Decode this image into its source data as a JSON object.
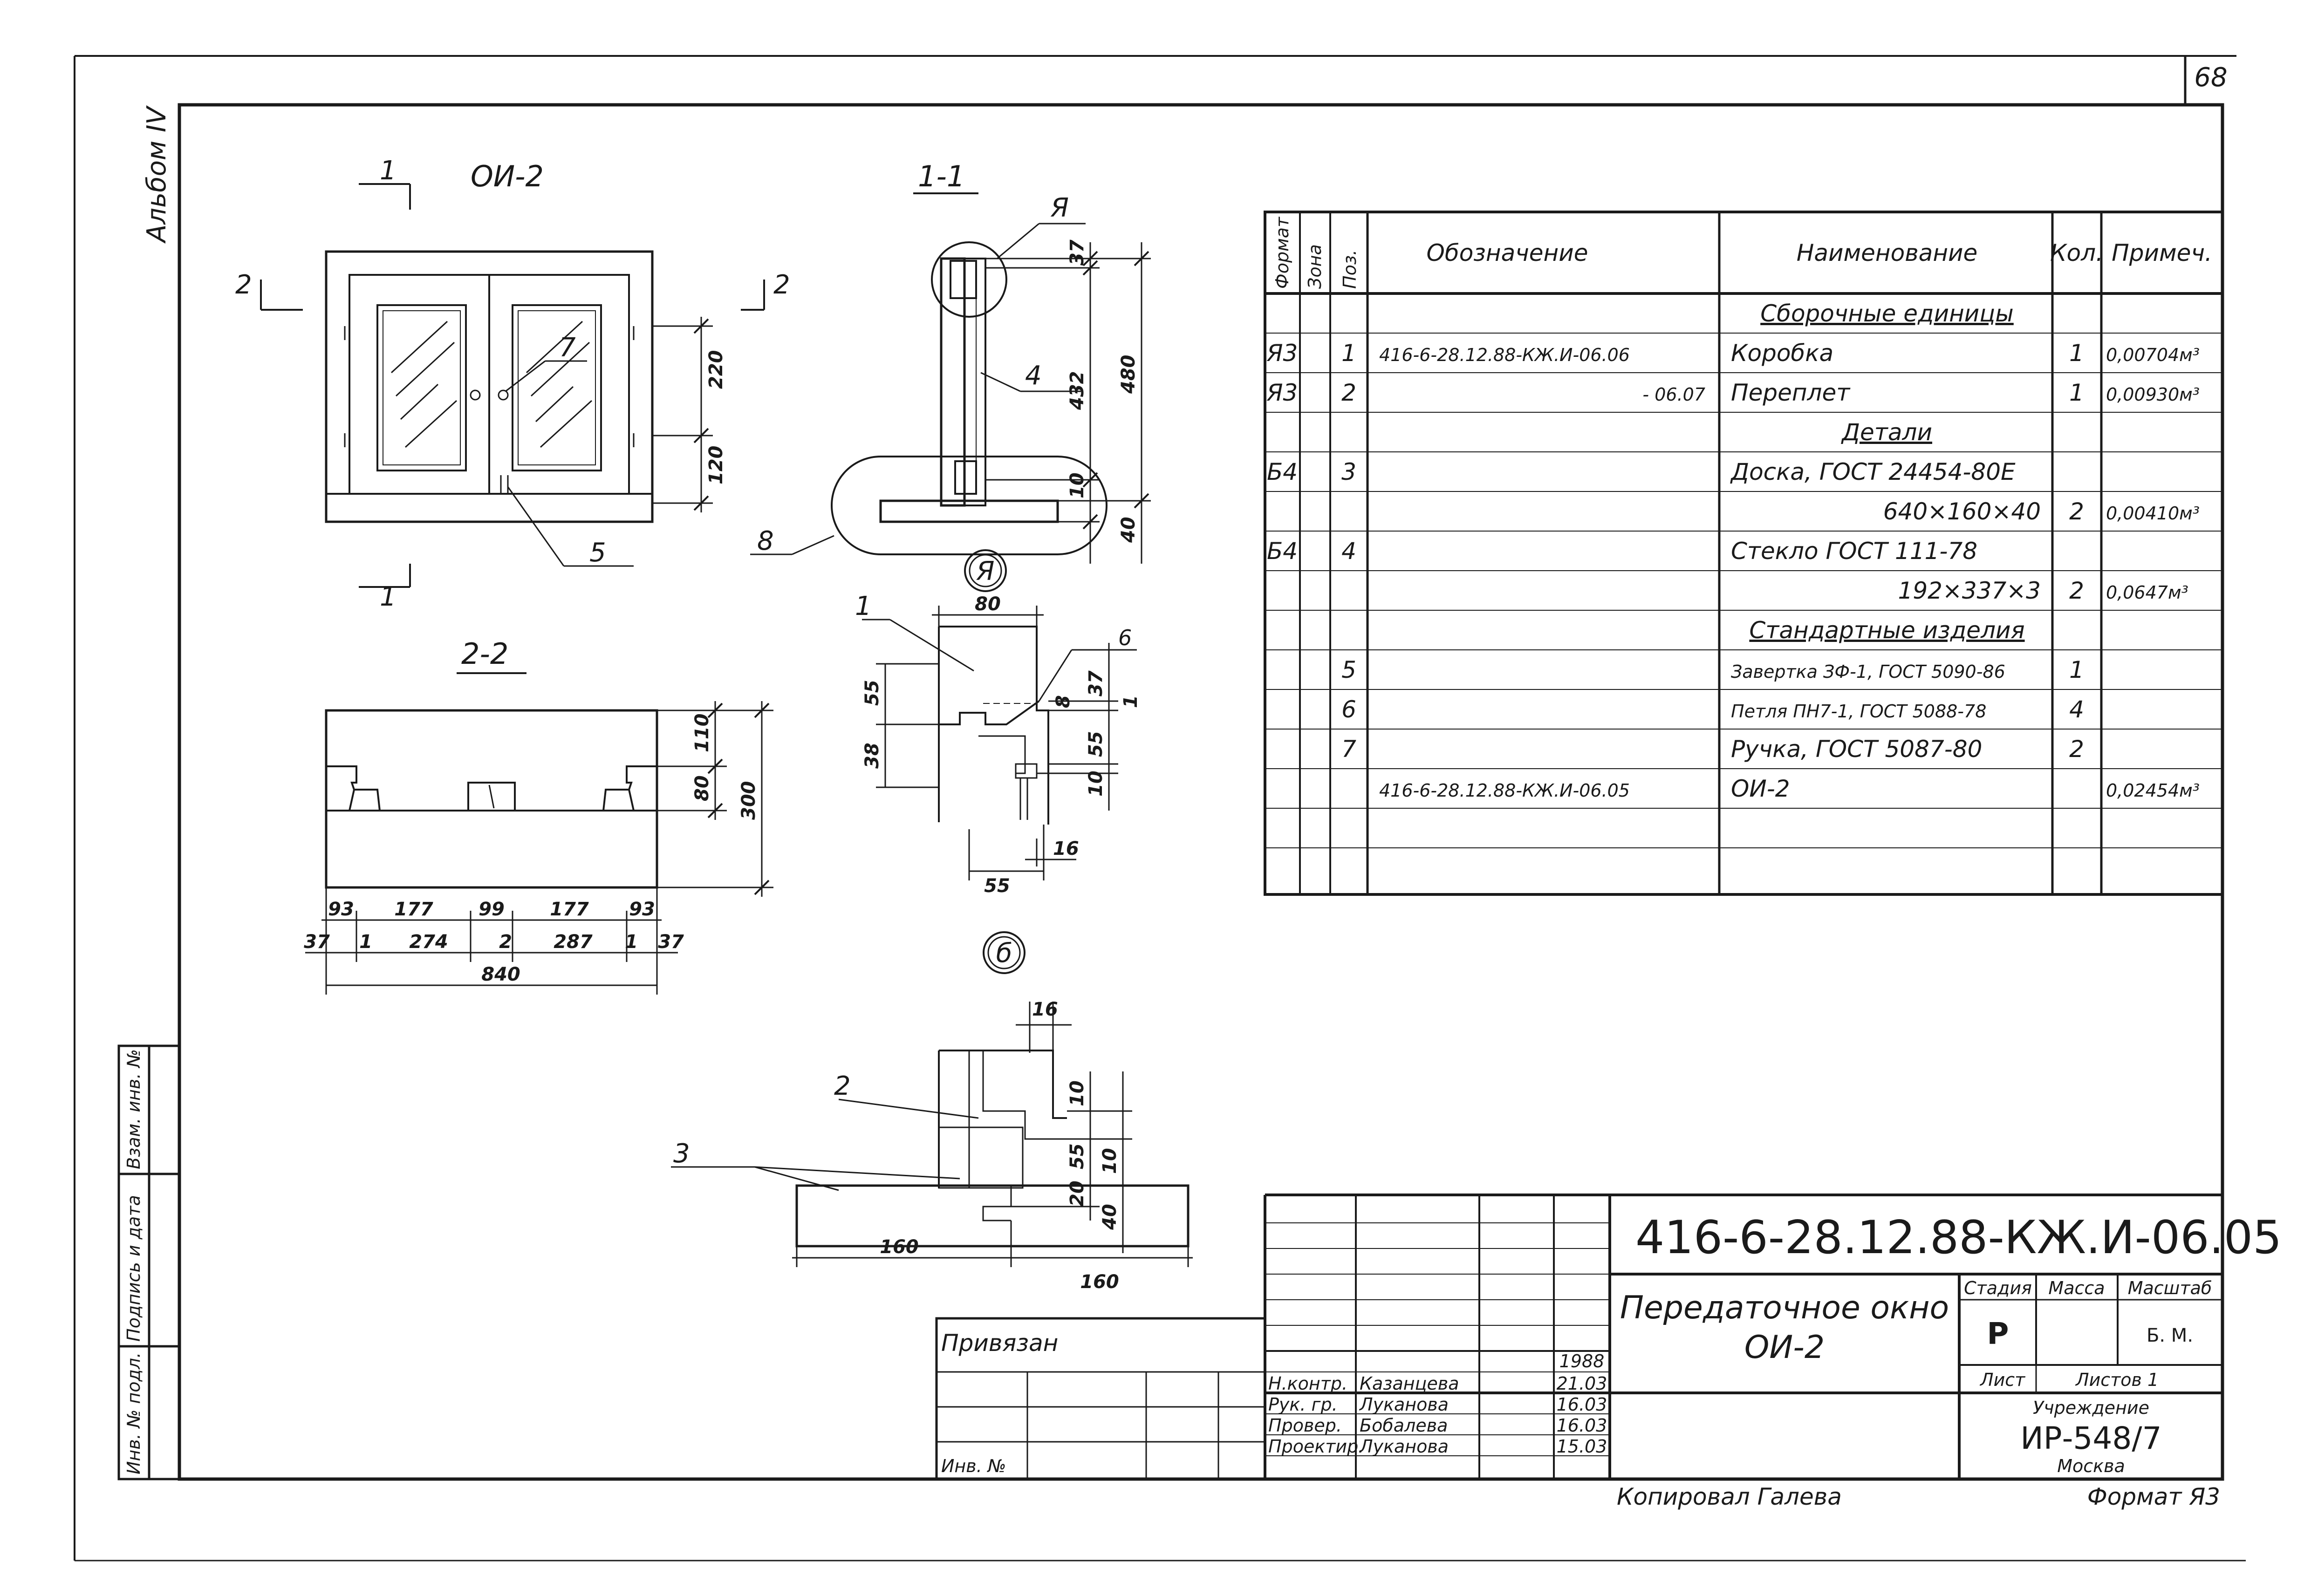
{
  "page_number": "68",
  "album_label": "Альбом IV",
  "views": {
    "front": {
      "title": "ОИ-2",
      "cut_mark_1": "1",
      "cut_mark_2": "2"
    },
    "section_1_1": {
      "title": "1-1",
      "callout_letter": "Я"
    },
    "section_2_2": {
      "title": "2-2"
    },
    "node_ya": {
      "label": "Я"
    },
    "node_b": {
      "label": "б"
    }
  },
  "dimensions": {
    "front": [
      "220",
      "120"
    ],
    "section_1_1": [
      "37",
      "480",
      "432",
      "10",
      "40"
    ],
    "node_ya": [
      "80",
      "55",
      "38",
      "37",
      "1",
      "8",
      "55",
      "10",
      "16",
      "55"
    ],
    "section_2_2_vertical": [
      "110",
      "80",
      "300"
    ],
    "section_2_2_row1": [
      "93",
      "177",
      "99",
      "177",
      "93"
    ],
    "section_2_2_row2": [
      "37",
      "1",
      "274",
      "2",
      "287",
      "1",
      "37"
    ],
    "section_2_2_total": "840",
    "node_b": [
      "16",
      "10",
      "55",
      "10",
      "20",
      "40",
      "160",
      "160"
    ]
  },
  "callouts": {
    "front": [
      "7",
      "5"
    ],
    "section_1_1": [
      "4",
      "8"
    ],
    "node_ya": [
      "1",
      "6"
    ],
    "node_b": [
      "2",
      "3"
    ]
  },
  "spec_table": {
    "headers": [
      "Формат",
      "Зона",
      "Поз.",
      "Обозначение",
      "Наименование",
      "Кол.",
      "Примеч."
    ],
    "rows": [
      {
        "format": "",
        "zone": "",
        "pos": "",
        "designation": "",
        "name": "Сборочные единицы",
        "qty": "",
        "note": "",
        "heading": true
      },
      {
        "format": "Я3",
        "zone": "",
        "pos": "1",
        "designation": "416-6-28.12.88-КЖ.И-06.06",
        "name": "Коробка",
        "qty": "1",
        "note": "0,00704м³"
      },
      {
        "format": "Я3",
        "zone": "",
        "pos": "2",
        "designation": "- 06.07",
        "name": "Переплет",
        "qty": "1",
        "note": "0,00930м³"
      },
      {
        "format": "",
        "zone": "",
        "pos": "",
        "designation": "",
        "name": "Детали",
        "qty": "",
        "note": "",
        "heading": true
      },
      {
        "format": "Б4",
        "zone": "",
        "pos": "3",
        "designation": "",
        "name": "Доска, ГОСТ 24454-80Е",
        "qty": "",
        "note": ""
      },
      {
        "format": "",
        "zone": "",
        "pos": "",
        "designation": "",
        "name": "640×160×40",
        "qty": "2",
        "note": "0,00410м³",
        "right": true
      },
      {
        "format": "Б4",
        "zone": "",
        "pos": "4",
        "designation": "",
        "name": "Стекло ГОСТ 111-78",
        "qty": "",
        "note": ""
      },
      {
        "format": "",
        "zone": "",
        "pos": "",
        "designation": "",
        "name": "192×337×3",
        "qty": "2",
        "note": "0,0647м³",
        "right": true
      },
      {
        "format": "",
        "zone": "",
        "pos": "",
        "designation": "",
        "name": "Стандартные изделия",
        "qty": "",
        "note": "",
        "heading": true
      },
      {
        "format": "",
        "zone": "",
        "pos": "5",
        "designation": "",
        "name": "Завертка ЗФ-1, ГОСТ 5090-86",
        "qty": "1",
        "note": ""
      },
      {
        "format": "",
        "zone": "",
        "pos": "6",
        "designation": "",
        "name": "Петля ПН7-1, ГОСТ 5088-78",
        "qty": "4",
        "note": ""
      },
      {
        "format": "",
        "zone": "",
        "pos": "7",
        "designation": "",
        "name": "Ручка, ГОСТ 5087-80",
        "qty": "2",
        "note": ""
      },
      {
        "format": "",
        "zone": "",
        "pos": "",
        "designation": "416-6-28.12.88-КЖ.И-06.05",
        "name": "ОИ-2",
        "qty": "",
        "note": "0,02454м³"
      },
      {
        "format": "",
        "zone": "",
        "pos": "",
        "designation": "",
        "name": "",
        "qty": "",
        "note": ""
      },
      {
        "format": "",
        "zone": "",
        "pos": "",
        "designation": "",
        "name": "",
        "qty": "",
        "note": ""
      }
    ]
  },
  "title_block": {
    "code": "416-6-28.12.88-КЖ.И-06.05",
    "name_line1": "Передаточное окно",
    "name_line2": "ОИ-2",
    "stage_label": "Стадия",
    "mass_label": "Масса",
    "scale_label": "Масштаб",
    "stage_value": "Р",
    "mass_value": "",
    "scale_value": "Б. М.",
    "sheet_label": "Лист",
    "sheets_label": "Листов 1",
    "institution_label": "Учреждение",
    "institution_code": "ИР-548/7",
    "city": "Москва",
    "year": "1988",
    "signatures": [
      {
        "role": "Н.контр.",
        "name": "Казанцева",
        "date": "21.03"
      },
      {
        "role": "Рук. гр.",
        "name": "Луканова",
        "date": "16.03"
      },
      {
        "role": "Провер.",
        "name": "Бобалева",
        "date": "16.03"
      },
      {
        "role": "Проектир.",
        "name": "Луканова",
        "date": "15.03"
      }
    ],
    "bound_label": "Привязан",
    "inv_label": "Инв. №"
  },
  "side_stamp": [
    "Инв. № подл.",
    "Подпись и дата",
    "Взам. инв. №"
  ],
  "footer": {
    "copied": "Копировал Галева",
    "format": "Формат Я3"
  }
}
